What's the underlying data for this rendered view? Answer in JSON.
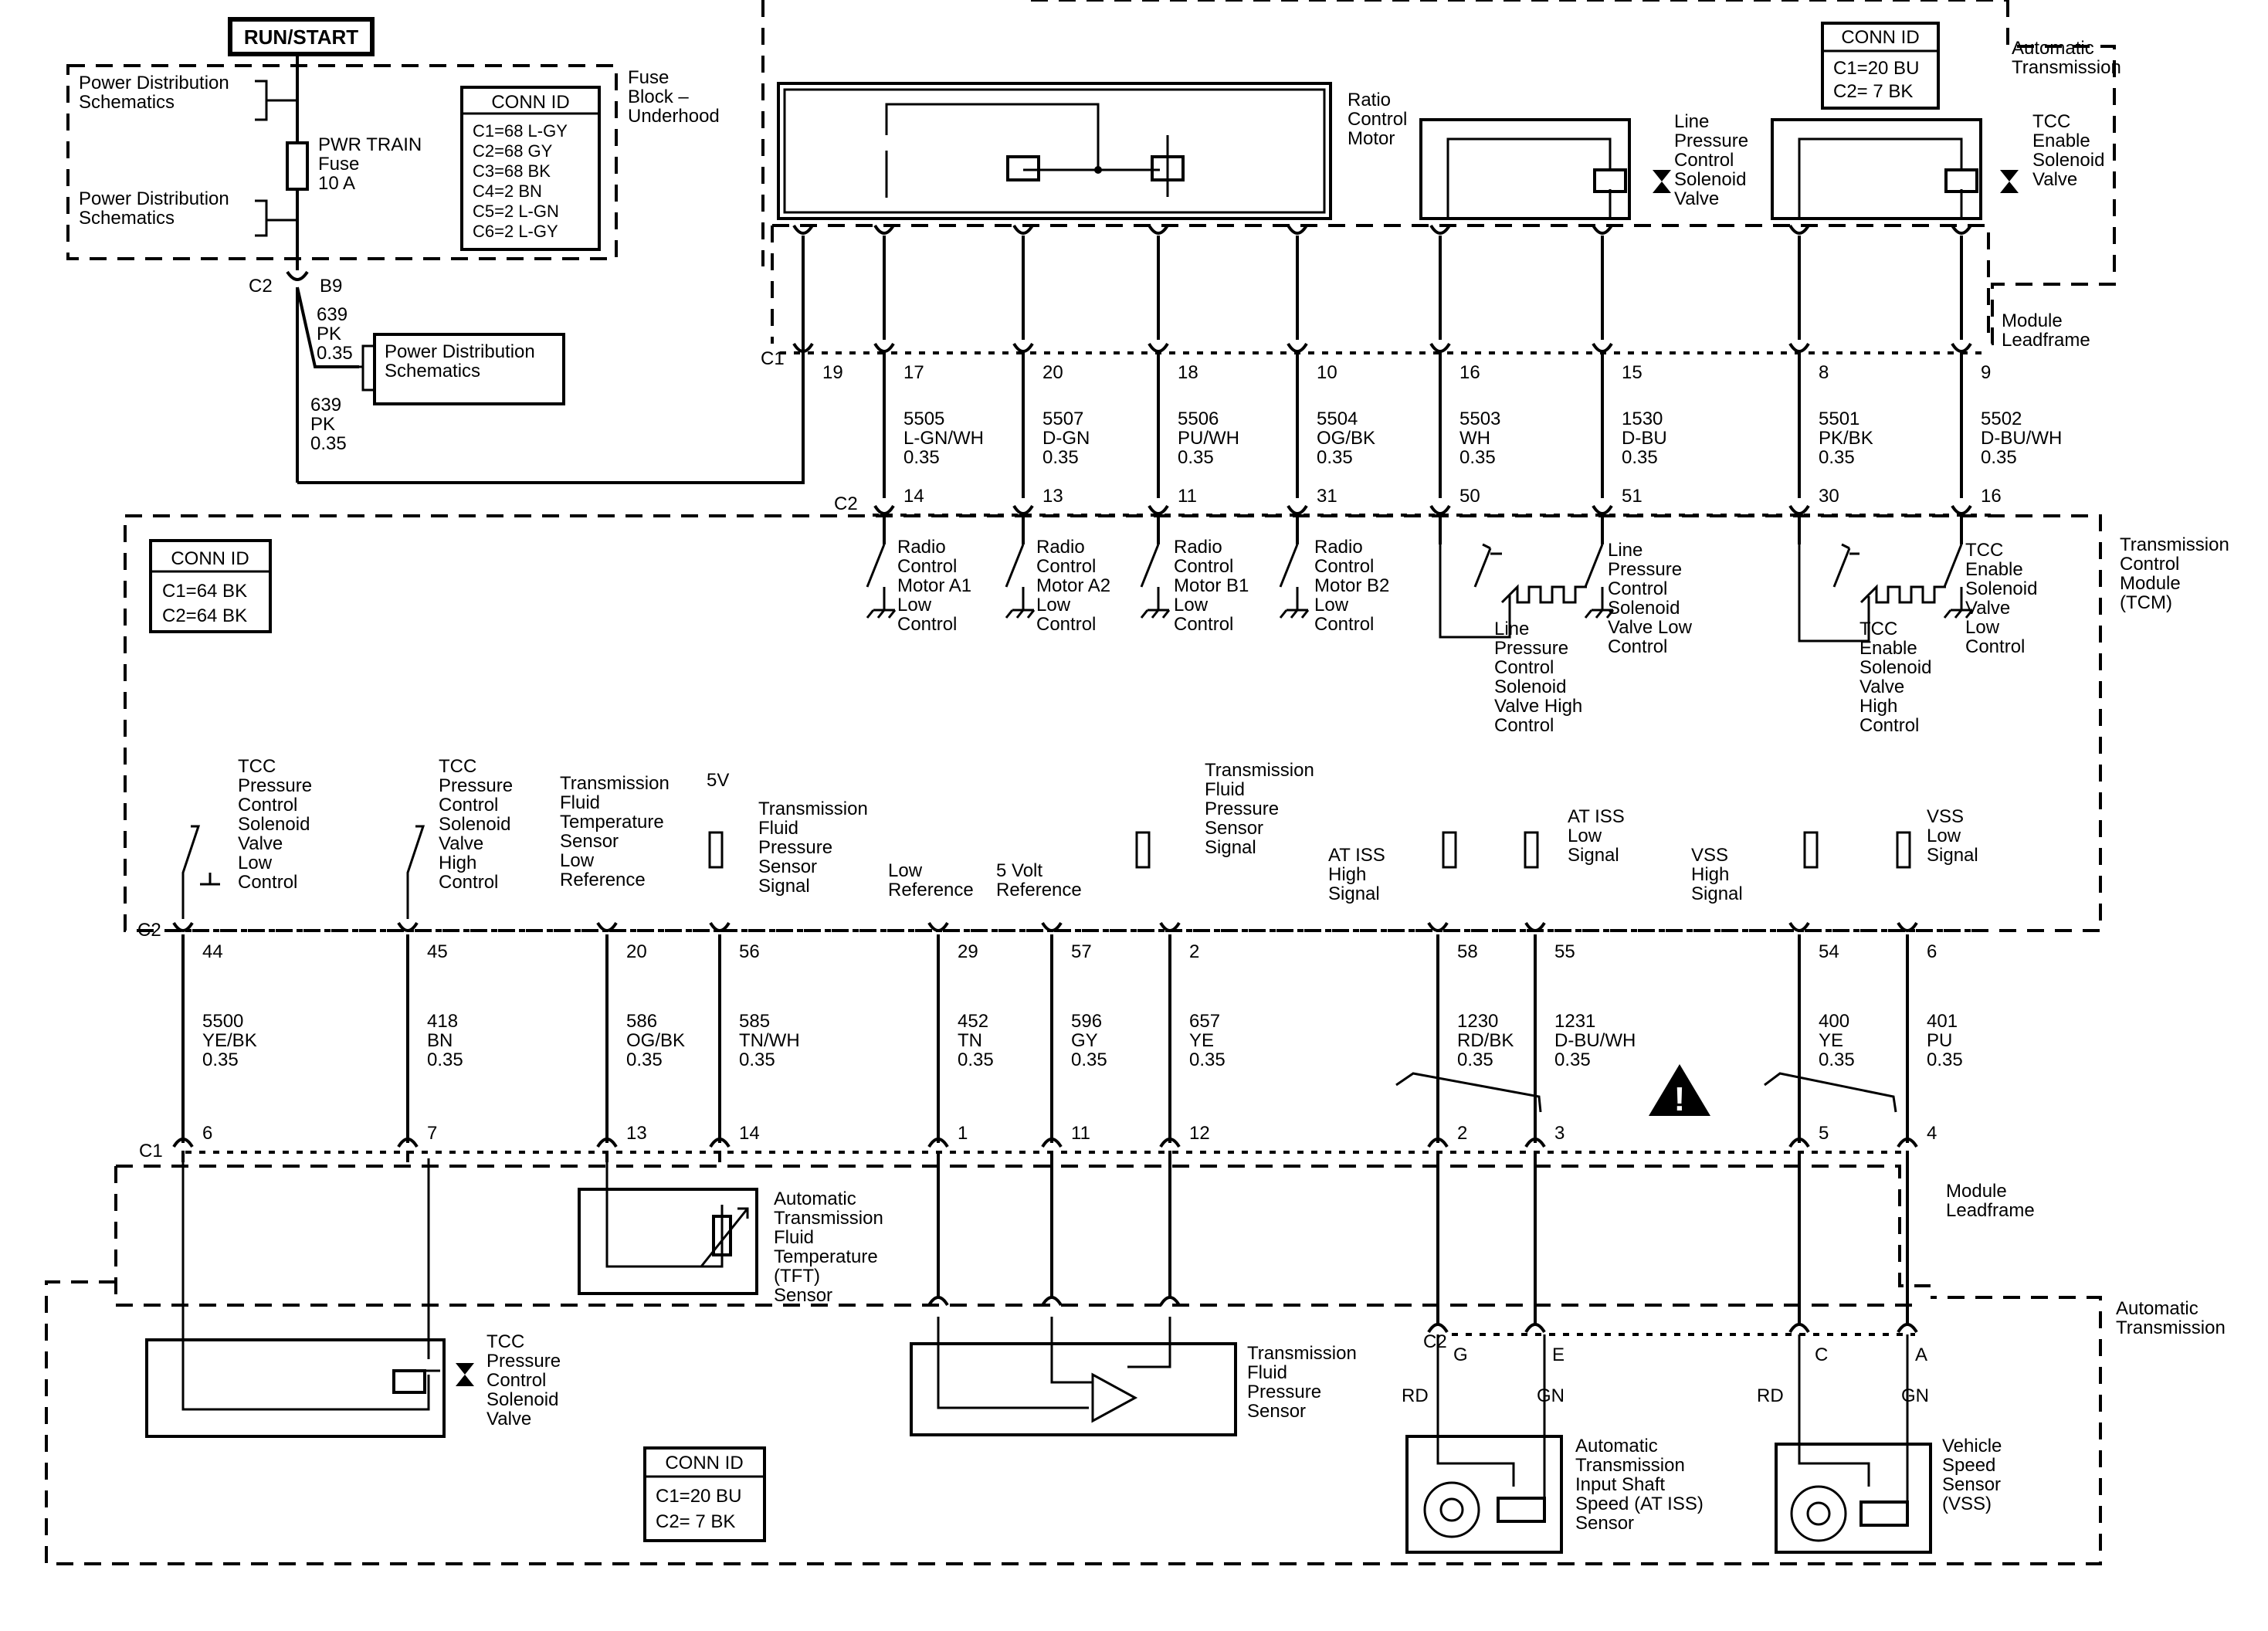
{
  "power": {
    "run_start": "RUN/START",
    "pds_label_1": "Power Distribution",
    "pds_label_2": "Schematics",
    "fuse_line_1": "PWR TRAIN",
    "fuse_line_2": "Fuse",
    "fuse_line_3": "10 A",
    "fuse_block_1": "Fuse",
    "fuse_block_2": "Block –",
    "fuse_block_3": "Underhood",
    "c2": "C2",
    "b9": "B9",
    "w639_a": "639",
    "w639_b": "PK",
    "w639_c": "0.35"
  },
  "conn_fuse": {
    "title": "CONN ID",
    "rows": [
      "C1=68 L-GY",
      "C2=68 GY",
      "C3=68 BK",
      "C4=2 BN",
      "C5=2 L-GN",
      "C6=2 L-GY"
    ]
  },
  "conn_trans_top": {
    "title": "CONN ID",
    "rows": [
      "C1=20 BU",
      "C2=  7 BK"
    ]
  },
  "conn_tcm": {
    "title": "CONN ID",
    "rows": [
      "C1=64 BK",
      "C2=64 BK"
    ]
  },
  "conn_trans_bottom": {
    "title": "CONN ID",
    "rows": [
      "C1=20 BU",
      "C2=  7 BK"
    ]
  },
  "labels": {
    "auto_trans_1": "Automatic",
    "auto_trans_2": "Transmission",
    "ratio_1": "Ratio",
    "ratio_2": "Control",
    "ratio_3": "Motor",
    "lp_1": "Line",
    "lp_2": "Pressure",
    "lp_3": "Control",
    "lp_4": "Solenoid",
    "lp_5": "Valve",
    "tcc_1": "TCC",
    "tcc_2": "Enable",
    "tcc_3": "Solenoid",
    "tcc_4": "Valve",
    "module_1": "Module",
    "module_2": "Leadframe",
    "tcm_1": "Transmission",
    "tcm_2": "Control",
    "tcm_3": "Module",
    "tcm_4": "(TCM)",
    "c1": "C1",
    "c2": "C2",
    "warning": "!"
  },
  "upper_wires": [
    {
      "pin": "19",
      "circuit": "",
      "color": "",
      "gauge": "",
      "c2pin": ""
    },
    {
      "pin": "17",
      "circuit": "5505",
      "color": "L-GN/WH",
      "gauge": "0.35",
      "c2pin": "14"
    },
    {
      "pin": "20",
      "circuit": "5507",
      "color": "D-GN",
      "gauge": "0.35",
      "c2pin": "13"
    },
    {
      "pin": "18",
      "circuit": "5506",
      "color": "PU/WH",
      "gauge": "0.35",
      "c2pin": "11"
    },
    {
      "pin": "10",
      "circuit": "5504",
      "color": "OG/BK",
      "gauge": "0.35",
      "c2pin": "31"
    },
    {
      "pin": "16",
      "circuit": "5503",
      "color": "WH",
      "gauge": "0.35",
      "c2pin": "50"
    },
    {
      "pin": "15",
      "circuit": "1530",
      "color": "D-BU",
      "gauge": "0.35",
      "c2pin": "51"
    },
    {
      "pin": "8",
      "circuit": "5501",
      "color": "PK/BK",
      "gauge": "0.35",
      "c2pin": "30"
    },
    {
      "pin": "9",
      "circuit": "5502",
      "color": "D-BU/WH",
      "gauge": "0.35",
      "c2pin": "16"
    }
  ],
  "tcm_upper_labels": [
    [
      "Radio",
      "Control",
      "Motor A1",
      "Low",
      "Control"
    ],
    [
      "Radio",
      "Control",
      "Motor A2",
      "Low",
      "Control"
    ],
    [
      "Radio",
      "Control",
      "Motor B1",
      "Low",
      "Control"
    ],
    [
      "Radio",
      "Control",
      "Motor B2",
      "Low",
      "Control"
    ],
    [
      "Line",
      "Pressure",
      "Control",
      "Solenoid",
      "Valve High",
      "Control"
    ],
    [
      "Line",
      "Pressure",
      "Control",
      "Solenoid",
      "Valve Low",
      "Control"
    ],
    [
      "TCC",
      "Enable",
      "Solenoid",
      "Valve",
      "High",
      "Control"
    ],
    [
      "TCC",
      "Enable",
      "Solenoid",
      "Valve",
      "Low",
      "Control"
    ]
  ],
  "tcm_lower_labels": [
    [
      "TCC",
      "Pressure",
      "Control",
      "Solenoid",
      "Valve",
      "Low",
      "Control"
    ],
    [
      "TCC",
      "Pressure",
      "Control",
      "Solenoid",
      "Valve",
      "High",
      "Control"
    ],
    [
      "Transmission",
      "Fluid",
      "Temperature",
      "Sensor",
      "Low",
      "Reference"
    ],
    [
      "Transmission",
      "Fluid",
      "Pressure",
      "Sensor",
      "Signal"
    ],
    [
      "Low",
      "Reference"
    ],
    [
      "5 Volt",
      "Reference"
    ],
    [
      "Transmission",
      "Fluid",
      "Pressure",
      "Sensor",
      "Signal"
    ],
    [
      "AT ISS",
      "High",
      "Signal"
    ],
    [
      "AT ISS",
      "Low",
      "Signal"
    ],
    [
      "VSS",
      "High",
      "Signal"
    ],
    [
      "VSS",
      "Low",
      "Signal"
    ],
    [
      "5V"
    ]
  ],
  "lower_wires": [
    {
      "c2pin": "44",
      "circuit": "5500",
      "color": "YE/BK",
      "gauge": "0.35",
      "c1pin": "6"
    },
    {
      "c2pin": "45",
      "circuit": "418",
      "color": "BN",
      "gauge": "0.35",
      "c1pin": "7"
    },
    {
      "c2pin": "20",
      "circuit": "586",
      "color": "OG/BK",
      "gauge": "0.35",
      "c1pin": "13"
    },
    {
      "c2pin": "56",
      "circuit": "585",
      "color": "TN/WH",
      "gauge": "0.35",
      "c1pin": "14"
    },
    {
      "c2pin": "29",
      "circuit": "452",
      "color": "TN",
      "gauge": "0.35",
      "c1pin": "1"
    },
    {
      "c2pin": "57",
      "circuit": "596",
      "color": "GY",
      "gauge": "0.35",
      "c1pin": "11"
    },
    {
      "c2pin": "2",
      "circuit": "657",
      "color": "YE",
      "gauge": "0.35",
      "c1pin": "12"
    },
    {
      "c2pin": "58",
      "circuit": "1230",
      "color": "RD/BK",
      "gauge": "0.35",
      "c1pin": "2"
    },
    {
      "c2pin": "55",
      "circuit": "1231",
      "color": "D-BU/WH",
      "gauge": "0.35",
      "c1pin": "3"
    },
    {
      "c2pin": "54",
      "circuit": "400",
      "color": "YE",
      "gauge": "0.35",
      "c1pin": "5"
    },
    {
      "c2pin": "6",
      "circuit": "401",
      "color": "PU",
      "gauge": "0.35",
      "c1pin": "4"
    }
  ],
  "components": {
    "tft": [
      "Automatic",
      "Transmission",
      "Fluid",
      "Temperature",
      "(TFT)",
      "Sensor"
    ],
    "tcc_pc": [
      "TCC",
      "Pressure",
      "Control",
      "Solenoid",
      "Valve"
    ],
    "tfp": [
      "Transmission",
      "Fluid",
      "Pressure",
      "Sensor"
    ],
    "atiss": [
      "Automatic",
      "Transmission",
      "Input Shaft",
      "Speed (AT ISS)",
      "Sensor"
    ],
    "vss": [
      "Vehicle",
      "Speed",
      "Sensor",
      "(VSS)"
    ],
    "sensor_pins": {
      "g": "G",
      "e": "E",
      "c": "C",
      "a": "A",
      "rd1": "RD",
      "gn1": "GN",
      "rd2": "RD",
      "gn2": "GN"
    }
  }
}
